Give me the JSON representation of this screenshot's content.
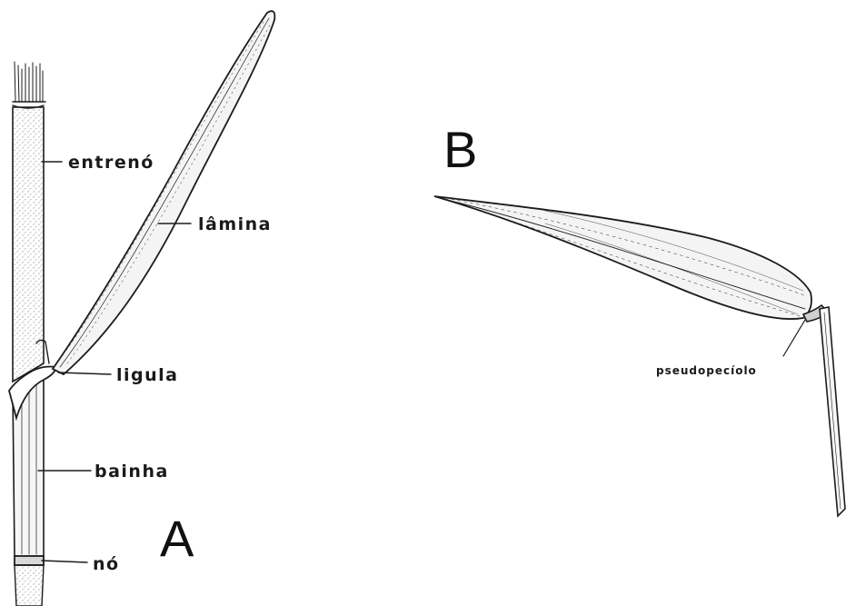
{
  "labels": {
    "entreno": "entrenó",
    "lamina": "lâmina",
    "ligula": "ligula",
    "bainha": "bainha",
    "no": "nó",
    "pseudopeciolo": "pseudopecíolo",
    "panel_a": "A",
    "panel_b": "B"
  }
}
